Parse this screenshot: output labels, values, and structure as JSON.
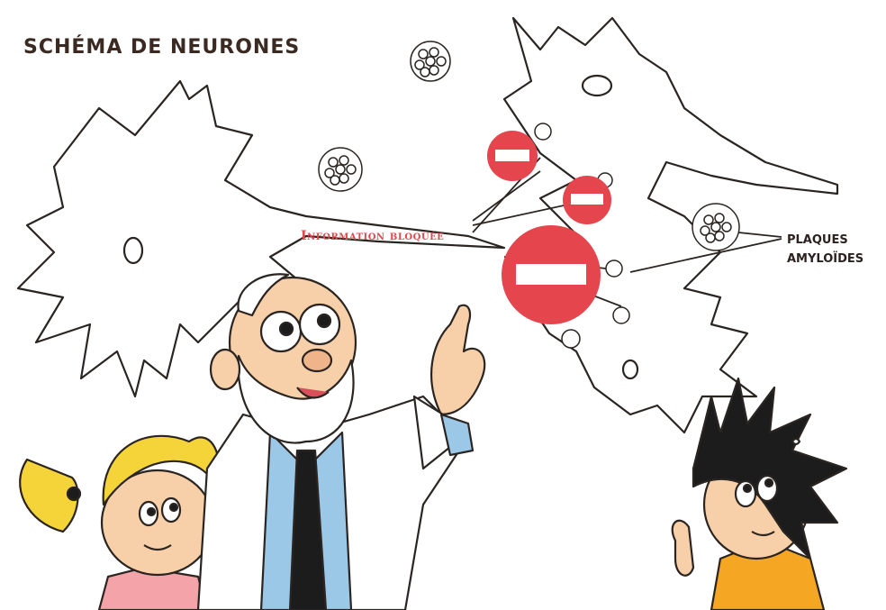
{
  "title": "SCHÉMA DE NEURONES",
  "labels": {
    "blocked_info": "Information bloquée",
    "plaques_line1": "PLAQUES",
    "plaques_line2": "AMYLOÏDES"
  },
  "colors": {
    "title": "#3a2a22",
    "blocked_text": "#e0474f",
    "stop_sign": "#e5454d",
    "line": "#2b2522",
    "blonde_hair": "#f5d43a",
    "lab_coat_shadow": "#d7e2ee",
    "shirt_blue": "#9cc8e8",
    "tie": "#1c1c1c",
    "orange_shirt": "#f5a623",
    "pink_shirt": "#f4a4a8",
    "skin": "#f7cfa8"
  }
}
